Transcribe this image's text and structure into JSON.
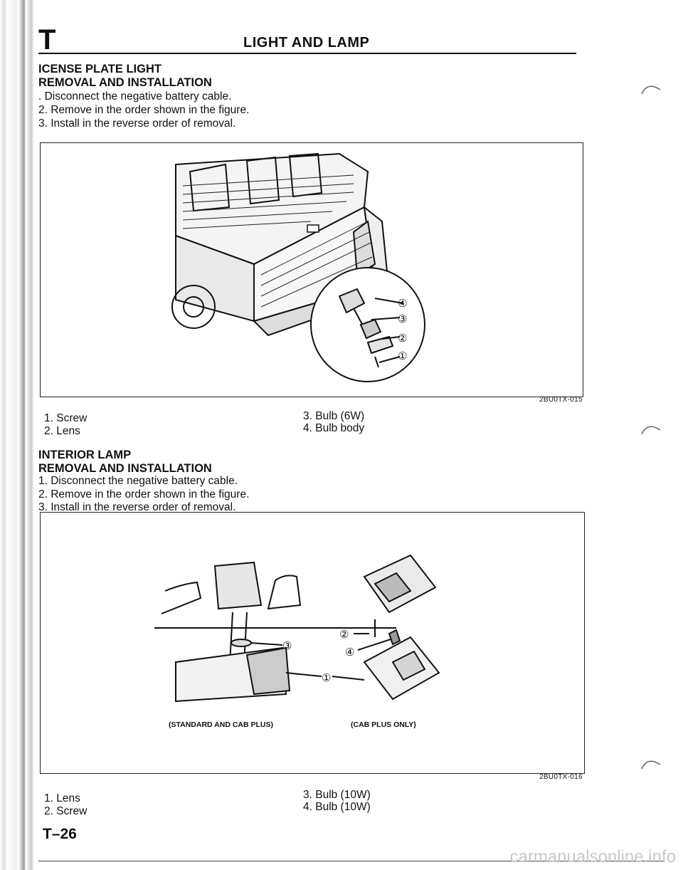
{
  "page": {
    "section_letter": "T",
    "header_title": "LIGHT AND LAMP",
    "page_number": "T–26",
    "watermark": "carmanualsonline.info"
  },
  "license_plate_light": {
    "heading_line1": "ICENSE PLATE LIGHT",
    "heading_line2": "REMOVAL AND INSTALLATION",
    "steps": [
      ". Disconnect the negative battery cable.",
      "2. Remove in the order shown in the figure.",
      "3. Install in the reverse order of removal."
    ],
    "figure_code": "2BU0TX-015",
    "callouts": [
      "④",
      "③",
      "②",
      "①"
    ],
    "legend": [
      "1. Screw",
      "2. Lens",
      "3. Bulb (6W)",
      "4. Bulb body"
    ]
  },
  "interior_lamp": {
    "heading_line1": "INTERIOR LAMP",
    "heading_line2": "REMOVAL AND INSTALLATION",
    "steps": [
      "1. Disconnect the negative battery cable.",
      "2. Remove in the order shown in the figure.",
      "3. Install in the reverse order of removal."
    ],
    "figure_code": "2BU0TX-016",
    "callouts": [
      "③",
      "②",
      "④",
      "①"
    ],
    "caption_left": "(STANDARD AND CAB PLUS)",
    "caption_right": "(CAB PLUS ONLY)",
    "legend": [
      "1. Lens",
      "2. Screw",
      "3. Bulb (10W)",
      "4. Bulb (10W)"
    ]
  }
}
